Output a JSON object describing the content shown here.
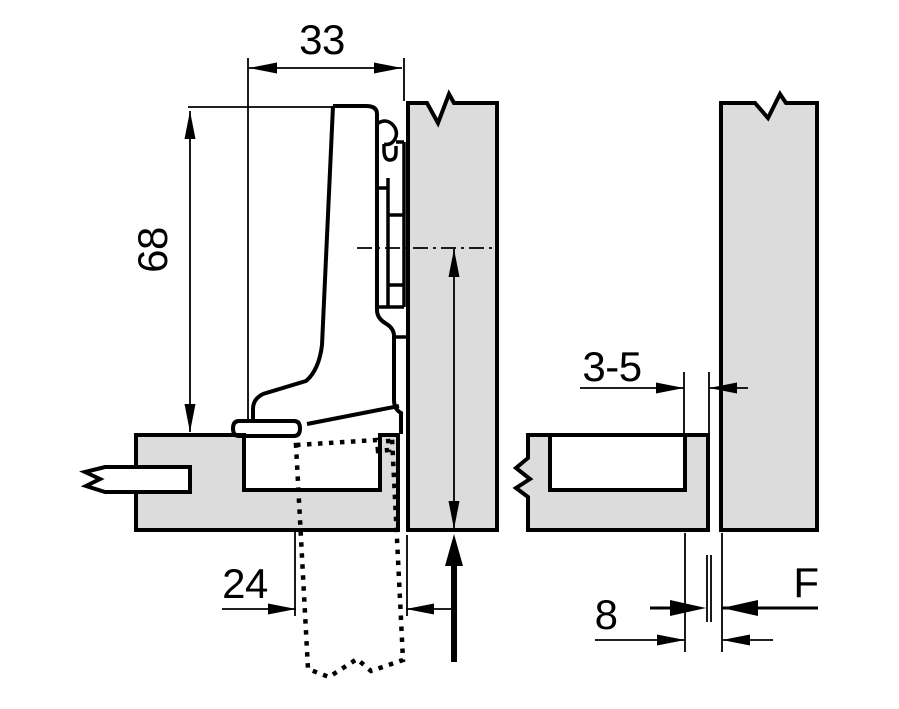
{
  "page": {
    "background": "#ffffff",
    "line_color": "#000000",
    "panel_fill": "#dcdcdc"
  },
  "drawing": {
    "description": "Furniture hinge mounting technical drawing, inset application, two cross-section views",
    "views": {
      "left": {
        "dim_33": "33",
        "dim_68": "68",
        "dim_24": "24"
      },
      "right": {
        "dim_3_5": "3-5",
        "dim_8": "8",
        "dim_F": "F"
      }
    }
  }
}
